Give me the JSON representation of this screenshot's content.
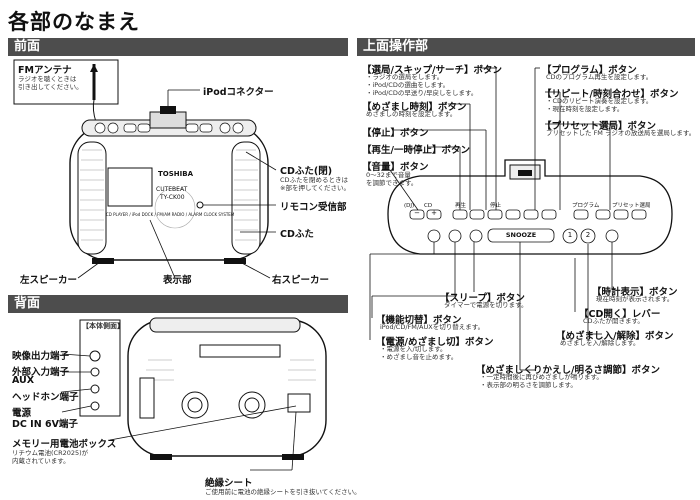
{
  "title": "各部のなまえ",
  "sections": {
    "front": "前面",
    "back": "背面",
    "top": "上面操作部"
  },
  "front": {
    "fm_antenna": {
      "label": "FMアンテナ",
      "note1": "ラジオを聴くときは",
      "note2": "引き出してください。"
    },
    "ipod_connector": "iPodコネクター",
    "cd_lid_closed": {
      "label": "CDふた(閉)",
      "note1": "CDふたを閉めるときは",
      "note2": "※部を押してください。"
    },
    "remote_receiver": "リモコン受信部",
    "cd_lid": "CDふた",
    "left_speaker": "左スピーカー",
    "display": "表示部",
    "right_speaker": "右スピーカー",
    "device_brand": "TOSHIBA",
    "device_model1": "CUTEBEAT",
    "device_model2": "TY-CK00",
    "device_desc": "CD PLAYER / iPod DOCK / FM/AM RADIO / ALARM CLOCK SYSTEM"
  },
  "back": {
    "side_box": "【本体側面】",
    "video_out": "映像出力端子",
    "aux_in1": "外部入力端子",
    "aux_in2": "AUX",
    "headphone": "ヘッドホン端子",
    "power1": "電源",
    "power2": "DC IN 6V端子",
    "memory_battery": {
      "label": "メモリー用電池ボックス",
      "note1": "リチウム電池(CR2025)が",
      "note2": "内蔵されています。"
    },
    "insulation": {
      "label": "絶縁シート",
      "note": "ご使用前に電池の絶縁シートを引き抜いてください。"
    }
  },
  "top": {
    "tune": {
      "label": "【選局/スキップ/サーチ】ボタン",
      "n1": "・ラジオの選局をします。",
      "n2": "・iPod/CDの選曲をします。",
      "n3": "・iPod/CDの早送り/早戻しをします。"
    },
    "alarm_time": {
      "label": "【めざまし時刻】ボタン",
      "n1": "めざましの時刻を設定します。"
    },
    "stop": "【停止】ボタン",
    "play": "【再生/一時停止】ボタン",
    "volume": {
      "label": "【音量】ボタン",
      "n1": "0～32まで音量",
      "n2": "を調節できます。"
    },
    "program": {
      "label": "【プログラム】ボタン",
      "n1": "CDのプログラム再生を設定します。"
    },
    "repeat": {
      "label": "【リピート/時刻合わせ】ボタン",
      "n1": "・CDのリピート演奏を設定します。",
      "n2": "・現在時刻を設定します。"
    },
    "preset": {
      "label": "【プリセット選局】ボタン",
      "n1": "プリセットした FM ラジオの放送局を選局します。"
    },
    "sleep": {
      "label": "【スリープ】ボタン",
      "n1": "タイマーで電源を切ります。"
    },
    "function": {
      "label": "【機能切替】ボタン",
      "n1": "iPod/CD/FM/AUXを切り替えます。"
    },
    "power": {
      "label": "【電源/めざまし切】ボタン",
      "n1": "・電源を入/切します。",
      "n2": "・めざまし音を止めます。"
    },
    "clock_display": {
      "label": "【時計表示】ボタン",
      "n1": "現在時刻が表示されます。"
    },
    "cd_open": {
      "label": "【CD開く】レバー",
      "n1": "CDふたが開きます。"
    },
    "alarm_onoff": {
      "label": "【めざまし入/解除】ボタン",
      "n1": "めざましを入/解除します。"
    },
    "snooze": {
      "label": "【めざましくりかえし/明るさ調節】ボタン",
      "n1": "・一定時間後に再びめざましが鳴ります。",
      "n2": "・表示部の明るさを調節します。"
    },
    "panel": {
      "snooze_key": "SNOOZE",
      "b1": "1",
      "b2": "2",
      "vol_minus": "−",
      "vol_plus": "+"
    }
  }
}
